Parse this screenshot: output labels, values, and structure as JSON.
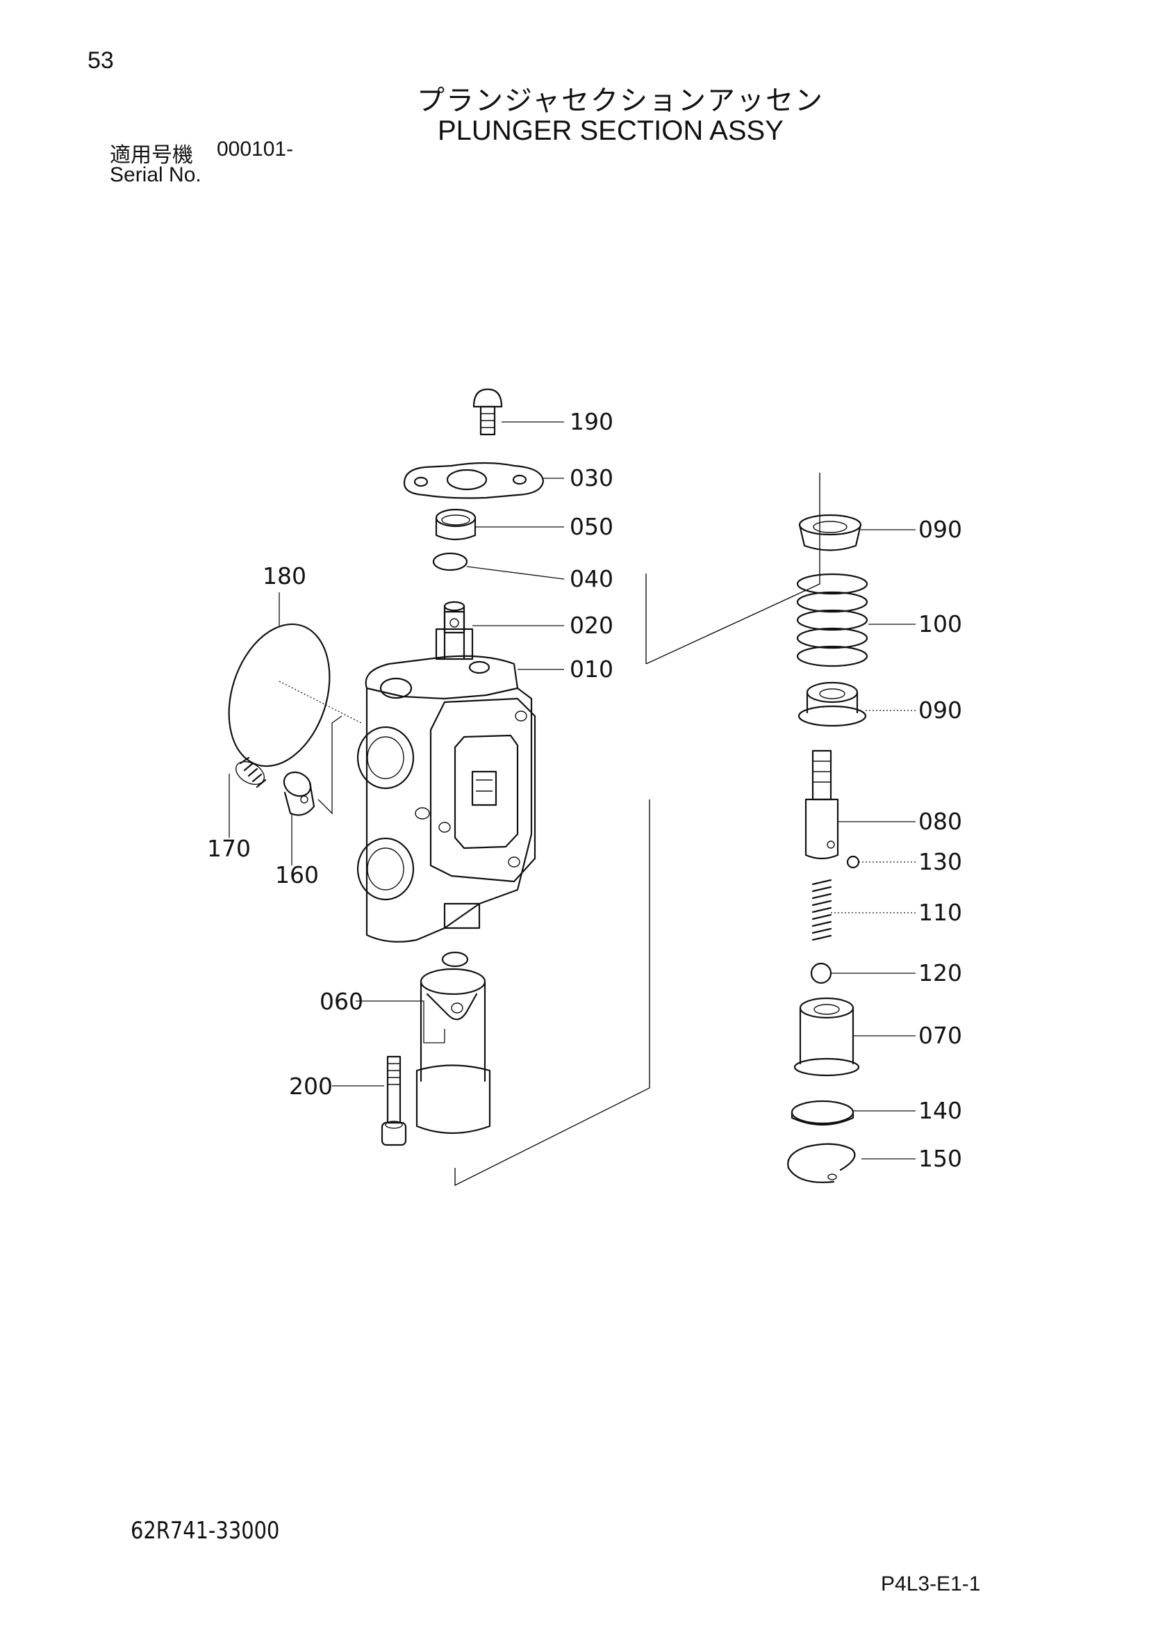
{
  "page": {
    "number": "53",
    "title_jp": "プランジャセクションアッセン",
    "title_en": "PLUNGER SECTION ASSY",
    "serial_label_jp": "適用号機",
    "serial_value": "000101-",
    "serial_label_en": "Serial No.",
    "doc_code": "62R741-33000",
    "page_code": "P4L3-E1-1"
  },
  "diagram": {
    "callouts": {
      "p190": "190",
      "p030": "030",
      "p050": "050",
      "p040": "040",
      "p020": "020",
      "p010": "010",
      "p180": "180",
      "p170": "170",
      "p160": "160",
      "p060": "060",
      "p200": "200",
      "p090a": "090",
      "p100": "100",
      "p090b": "090",
      "p080": "080",
      "p130": "130",
      "p110": "110",
      "p120": "120",
      "p070": "070",
      "p140": "140",
      "p150": "150"
    }
  }
}
